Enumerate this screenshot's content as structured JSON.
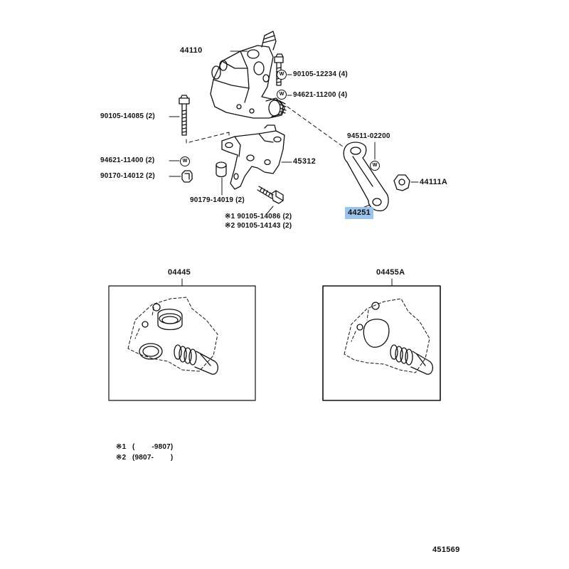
{
  "parts": {
    "gear_box": "44110",
    "bolt_top": "90105-12234 (4)",
    "washer_top": "94621-11200 (4)",
    "bolt_left": "90105-14085 (2)",
    "washer_left": "94621-11400 (2)",
    "nut_left": "90170-14012 (2)",
    "bracket": "45312",
    "collar": "90179-14019 (2)",
    "bolt_opt1": "※1 90105-14086 (2)",
    "bolt_opt2": "※2 90105-14143 (2)",
    "arm_washer": "94511-02200",
    "arm_nut": "44111A",
    "pitman_arm": "44251"
  },
  "kits": [
    {
      "code": "04445"
    },
    {
      "code": "04455A"
    }
  ],
  "notes": [
    {
      "mark": "※1",
      "range": "(        -9807)"
    },
    {
      "mark": "※2",
      "range": "(9807-        )"
    }
  ],
  "washer_symbol": "W",
  "figure_number": "451569",
  "colors": {
    "highlight": "#9cc4ea",
    "ink": "#111111"
  }
}
